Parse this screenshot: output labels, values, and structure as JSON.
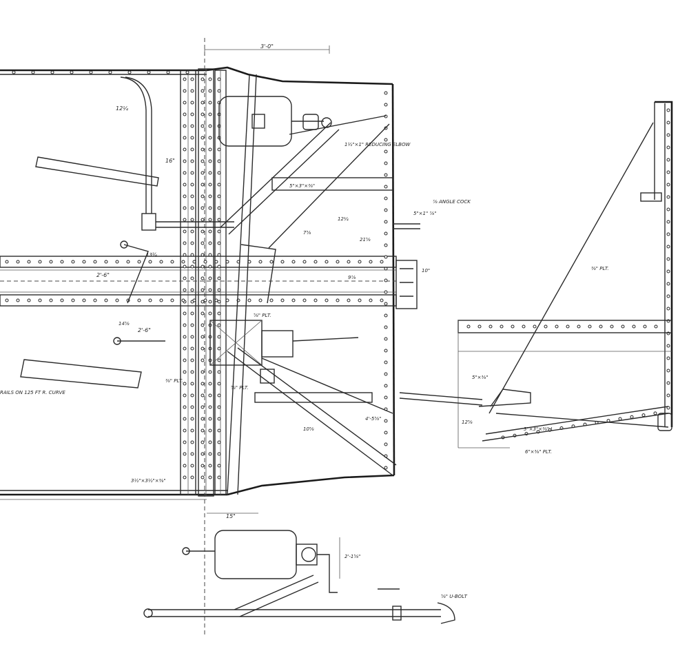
{
  "dimensions": {
    "top_width": "3'-0\"",
    "bottom_width": "15\"",
    "d1": "12¼",
    "d2": "16\"",
    "d3": "2'-6\"",
    "d4": "2'-6\"",
    "d5": "14⅝",
    "d6": "13¾",
    "d7": "10\"",
    "d8": "9⅞",
    "d9": "7⅝",
    "d10": "21⅝",
    "d11": "12¼",
    "d12": "10⅝",
    "d13": "12⅝"
  },
  "labels": {
    "reducing_elbow": "1½\"×1\" REDUCING ELBOW",
    "angle_cock": "⅞ ANGLE COCK",
    "angle_1": "5\"×3\"×⅜\"",
    "angle_2": "5\"×1\" ⅞\"",
    "plt_1": "⅝\" PLT.",
    "plt_2": "⅜\" PLT.",
    "plt_3": "⅝\" PLT.",
    "plt_right": "⅜\" PLT.",
    "curve_note": "RAILS ON 125 FT R. CURVE",
    "angle_bottom": "3½\"×3½\"×⅜\"",
    "angle_side": "5\"×⅜\"",
    "angle_r1": "3\"×3\"×⅜\" L",
    "angle_r2": "6\"×⅜\" PLT.",
    "side_dim": "4'-5⅝\"",
    "ubolt": "⅝\" U-BOLT",
    "bottom_v": "2'-1⅝\""
  }
}
